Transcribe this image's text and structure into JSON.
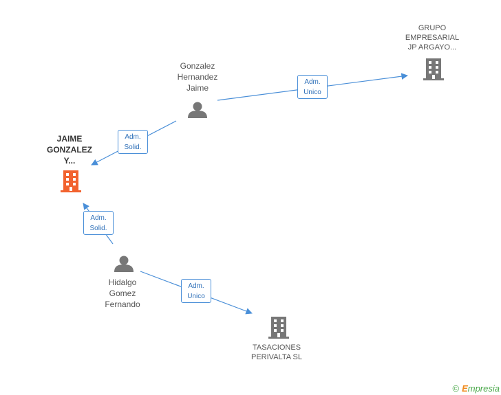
{
  "nodes": {
    "gonzalez": {
      "lines": [
        "Gonzalez",
        "Hernandez",
        "Jaime"
      ],
      "type": "person"
    },
    "hidalgo": {
      "lines": [
        "Hidalgo",
        "Gomez",
        "Fernando"
      ],
      "type": "person"
    },
    "jaime_gonzalez": {
      "lines": [
        "JAIME",
        "GONZALEZ",
        "Y..."
      ],
      "type": "company",
      "highlighted": true
    },
    "grupo": {
      "lines": [
        "GRUPO",
        "EMPRESARIAL",
        "JP ARGAYO..."
      ],
      "type": "company"
    },
    "tasaciones": {
      "lines": [
        "TASACIONES",
        "PERIVALTA SL"
      ],
      "type": "company"
    }
  },
  "edges": [
    {
      "from": "gonzalez",
      "to": "grupo",
      "lines": [
        "Adm.",
        "Unico"
      ]
    },
    {
      "from": "gonzalez",
      "to": "jaime_gonzalez",
      "lines": [
        "Adm.",
        "Solid."
      ]
    },
    {
      "from": "hidalgo",
      "to": "jaime_gonzalez",
      "lines": [
        "Adm.",
        "Solid."
      ]
    },
    {
      "from": "hidalgo",
      "to": "tasaciones",
      "lines": [
        "Adm.",
        "Unico"
      ]
    }
  ],
  "footer": {
    "copyright": "©",
    "brand_first": "E",
    "brand_rest": "mpresia"
  },
  "colors": {
    "edge": "#4a8fd8",
    "person_icon": "#777777",
    "company_icon": "#777777",
    "company_highlight": "#f2622e",
    "label_text": "#555555"
  }
}
